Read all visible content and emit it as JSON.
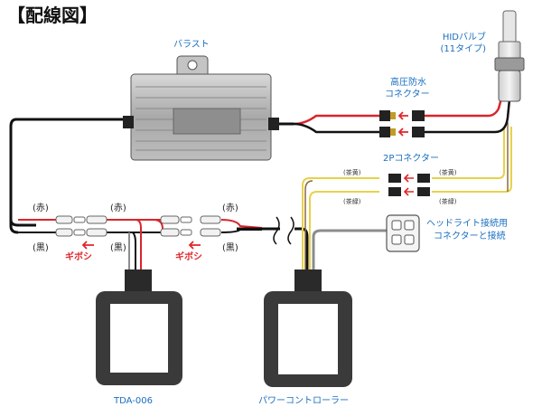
{
  "title": "【配線図】",
  "labels": {
    "ballast": "バラスト",
    "hid_bulb": "HIDバルブ",
    "hid_bulb_type": "(11タイプ)",
    "hv_connector_1": "高圧防水",
    "hv_connector_2": "コネクター",
    "connector_2p": "2Pコネクター",
    "headlight_1": "ヘッドライト接続用",
    "headlight_2": "コネクターと接続",
    "tda": "TDA-006",
    "power_controller": "パワーコントローラー",
    "red": "(赤)",
    "black": "(黒)",
    "gibosi": "ギボシ",
    "brown_yellow": "(茶黄)",
    "brown_green": "(茶緑)"
  },
  "colors": {
    "wire_red": "#d9252b",
    "wire_black": "#111111",
    "wire_yellow": "#e6d24a",
    "wire_brown": "#8a6a3a",
    "wire_gray": "#8c8c8c",
    "accent_blue": "#1a6fc0",
    "accent_red": "#e0262b",
    "box_dark": "#3a3a3a"
  }
}
